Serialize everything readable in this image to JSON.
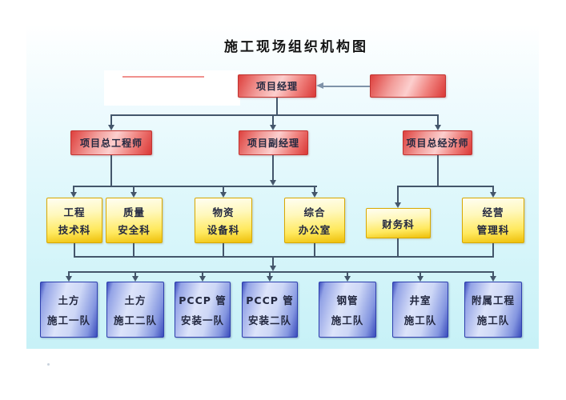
{
  "title": "施工现场组织机构图",
  "manager": {
    "label": "项目经理"
  },
  "roles": [
    {
      "label": "项目总工程师"
    },
    {
      "label": "项目副经理"
    },
    {
      "label": "项目总经济师"
    }
  ],
  "departments": [
    {
      "name": "engineering-technology",
      "lines": [
        "工程",
        "技术科"
      ]
    },
    {
      "name": "quality-safety",
      "lines": [
        "质量",
        "安全科"
      ]
    },
    {
      "name": "materials-equipment",
      "lines": [
        "物资",
        "设备科"
      ]
    },
    {
      "name": "general-office",
      "lines": [
        "综合",
        "办公室"
      ]
    },
    {
      "name": "finance",
      "lines": [
        "财务科"
      ]
    },
    {
      "name": "operations-management",
      "lines": [
        "经营",
        "管理科"
      ]
    }
  ],
  "teams": [
    {
      "name": "earthwork-crew-1",
      "lines": [
        "土方",
        "施工一队"
      ]
    },
    {
      "name": "earthwork-crew-2",
      "lines": [
        "土方",
        "施工二队"
      ]
    },
    {
      "name": "pccp-install-crew-1",
      "lines": [
        "PCCP 管",
        "安装一队"
      ]
    },
    {
      "name": "pccp-install-crew-2",
      "lines": [
        "PCCP 管",
        "安装二队"
      ]
    },
    {
      "name": "steel-pipe-crew",
      "lines": [
        "钢管",
        "施工队"
      ]
    },
    {
      "name": "well-chamber-crew",
      "lines": [
        "井室",
        "施工队"
      ]
    },
    {
      "name": "auxiliary-works-crew",
      "lines": [
        "附属工程",
        "施工队"
      ]
    }
  ],
  "colors": {
    "background_panel": "#c7f1f7",
    "node_red": "#e04543",
    "node_yellow": "#ffe95e",
    "node_blue": "#4a5cc8",
    "connector": "#44566b",
    "top_arrow": "#7f93a9",
    "text": "#232840"
  }
}
